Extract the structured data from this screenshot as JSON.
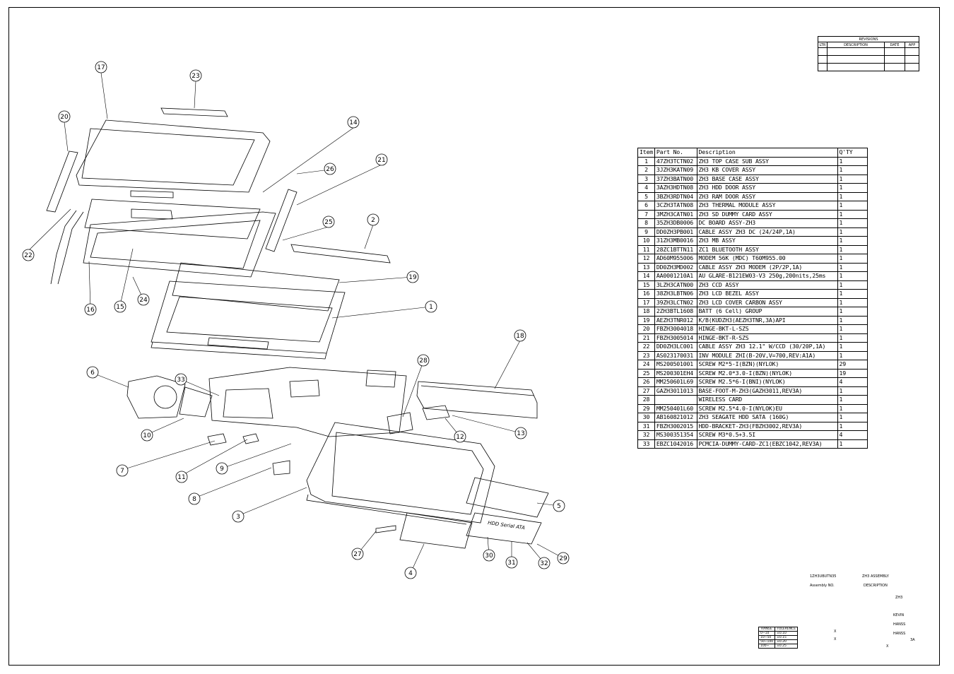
{
  "revisions": {
    "title": "REVISIONS",
    "columns": [
      "LTR",
      "DESCRIPTION",
      "DATE",
      "APP"
    ],
    "rows": [
      [
        "",
        "",
        "",
        ""
      ],
      [
        "",
        "",
        "",
        ""
      ],
      [
        "",
        "",
        "",
        ""
      ]
    ]
  },
  "bom": {
    "headers": [
      "Item",
      "Part No.",
      "Description",
      "Q'TY"
    ],
    "rows": [
      [
        "1",
        "47ZH3TCTN02",
        "ZH3 TOP CASE SUB ASSY",
        "1"
      ],
      [
        "2",
        "3JZH3KATN09",
        "ZH3  KB  COVER  ASSY",
        "1"
      ],
      [
        "3",
        "37ZH3BATN00",
        "ZH3 BASE CASE ASSY",
        "1"
      ],
      [
        "4",
        "3AZH3HDTN08",
        "ZH3 HDD DOOR ASSY",
        "1"
      ],
      [
        "5",
        "3BZH3RDTN04",
        "ZH3 RAM DOOR ASSY",
        "1"
      ],
      [
        "6",
        "3CZH3TATN08",
        "ZH3 THERMAL MODULE ASSY",
        "1"
      ],
      [
        "7",
        "3MZH3CATN01",
        "ZH3 SD DUMMY CARD ASSY",
        "1"
      ],
      [
        "8",
        "35ZH3DB0006",
        "DC BOARD ASSY-ZH3",
        "1"
      ],
      [
        "9",
        "DD0ZH3PB001",
        "CABLE ASSY ZH3 DC (24/24P,1A)",
        "1"
      ],
      [
        "10",
        "31ZH3MB0016",
        "ZH3 MB ASSY",
        "1"
      ],
      [
        "11",
        "28ZC1BTTN11",
        "ZC1 BLUETOOTH ASSY",
        "1"
      ],
      [
        "12",
        "AD60M955006",
        "MODEM 56K (MDC) T60M955.00",
        "1"
      ],
      [
        "13",
        "DD0ZH3MD002",
        "CABLE ASSY ZH3 MODEM (2P/2P,1A)",
        "1"
      ],
      [
        "14",
        "AA0001210A1",
        "AU GLARE-B121EW03-V3 250g,200nits,25ms",
        "1"
      ],
      [
        "15",
        "3LZH3CATN00",
        "ZH3 CCD ASSY",
        "1"
      ],
      [
        "16",
        "38ZH3LBTN06",
        "ZH3 LCD BEZEL ASSY",
        "1"
      ],
      [
        "17",
        "39ZH3LCTN02",
        "ZH3 LCD COVER CARBON  ASSY",
        "1"
      ],
      [
        "18",
        "2ZH3BTL1608",
        "BATT (6 Cell) GROUP",
        "1"
      ],
      [
        "19",
        "AEZH3TNR012",
        "K/B(KUDZH3(AEZH3TNR,3A)API",
        "1"
      ],
      [
        "20",
        "FBZH3004018",
        "HINGE-BKT-L-SZS",
        "1"
      ],
      [
        "21",
        "FBZH3005014",
        "HINGE-BKT-R-SZS",
        "1"
      ],
      [
        "22",
        "DD0ZH3LC001",
        "CABLE ASSY ZH3 12.1\" W/CCD (30/20P,1A)",
        "1"
      ],
      [
        "23",
        "AS023170031",
        "INV MODULE ZHI(B-20V,V=700,REV:A1A)",
        "1"
      ],
      [
        "24",
        "MS200501001",
        "SCREW M2*5-I(BZN)(NYLOK)",
        "29"
      ],
      [
        "25",
        "MS200301EH4",
        "SCREW M2.0*3.0-I(BZN)(NYLOK)",
        "19"
      ],
      [
        "26",
        "MM250601L69",
        "SCREW M2.5*6-I(BNI)(NYLOK)",
        "4"
      ],
      [
        "27",
        "GAZH3011013",
        "BASE-FOOT-M-ZH3(GAZH3011,REV3A)",
        "1"
      ],
      [
        "28",
        "",
        "WIRELESS CARD",
        "1"
      ],
      [
        "29",
        "MM250401L60",
        "SCREW M2.5*4.0-I(NYLOK)EU",
        "1"
      ],
      [
        "30",
        "AB160821012",
        "ZH3 SEAGATE HDD SATA (160G)",
        "1"
      ],
      [
        "31",
        "FBZH3002015",
        "HDD-BRACKET-ZH3(FBZH3002,REV3A)",
        "1"
      ],
      [
        "32",
        "MS300351354",
        "SCREW M3*0.5+3.5I",
        "4"
      ],
      [
        "33",
        "EBZC1042016",
        "PCMCIA-DUMMY-CARD-ZC1(EBZC1042,REV3A)",
        "1"
      ]
    ]
  },
  "callouts": [
    "1",
    "2",
    "3",
    "4",
    "5",
    "6",
    "7",
    "8",
    "9",
    "10",
    "11",
    "12",
    "13",
    "14",
    "15",
    "16",
    "17",
    "18",
    "19",
    "20",
    "21",
    "22",
    "23",
    "24",
    "25",
    "26",
    "27",
    "28",
    "29",
    "30",
    "31",
    "32",
    "33"
  ],
  "drawing_labels": {
    "hdd_label": "HDD Serial ATA"
  },
  "title_block": {
    "assembly_no": "1ZH3UBUTN35",
    "assembly_no_label": "Assembly NO.",
    "assembly_name": "ZH3 ASSEMBLY",
    "description_label": "DESCRIPTION",
    "model": "ZH3",
    "drawn": "KEVIN",
    "checked": "HANSS",
    "approved": "HANSS",
    "rev": "3A",
    "x_marks": [
      "X",
      "X",
      "X"
    ]
  },
  "tolerances": {
    "headers": [
      "RANGE",
      "TOLERENCE"
    ],
    "rows": [
      [
        "0~10",
        "±0.10"
      ],
      [
        "10~50",
        "±0.15"
      ],
      [
        "50~100",
        "±0.20"
      ],
      [
        "100~",
        "±0.25"
      ]
    ]
  }
}
